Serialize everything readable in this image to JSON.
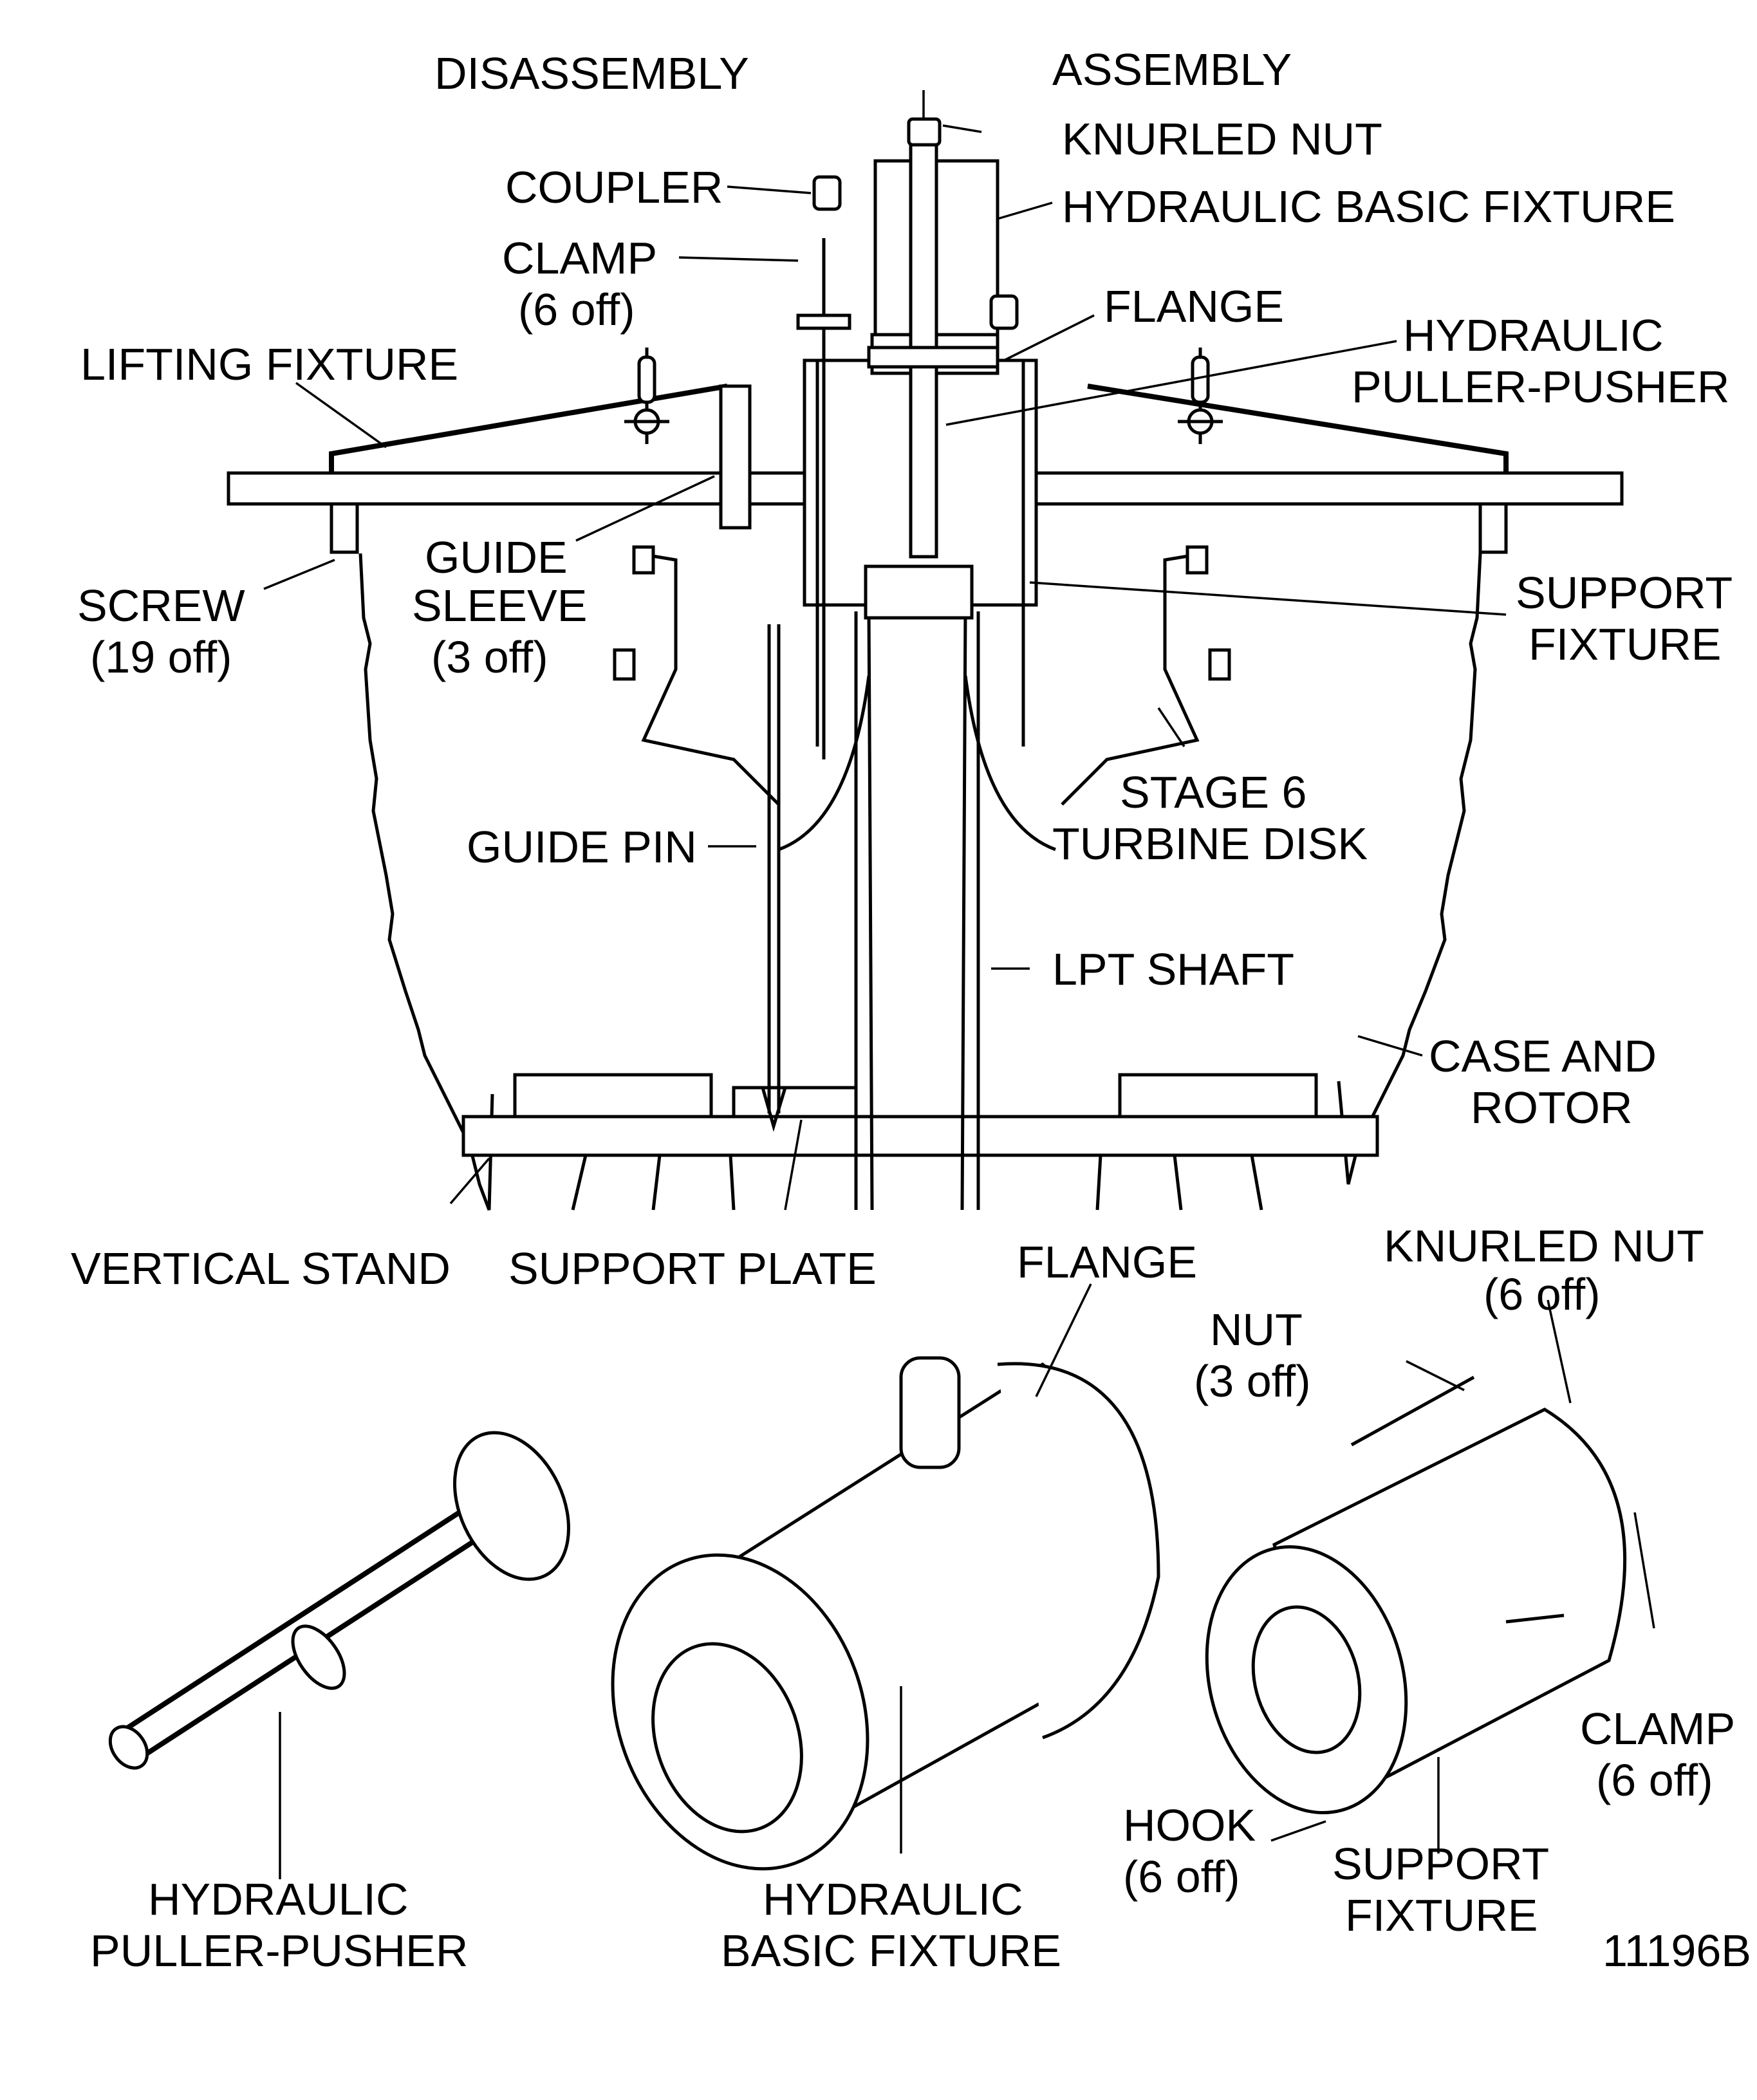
{
  "figure_id": "11196B",
  "headings": {
    "disassembly": "DISASSEMBLY",
    "assembly": "ASSEMBLY"
  },
  "sectional_view_labels": {
    "knurled_nut": "KNURLED NUT",
    "coupler": "COUPLER",
    "hydraulic_basic_fixture": "HYDRAULIC BASIC FIXTURE",
    "clamp": [
      "CLAMP",
      "(6 off)"
    ],
    "flange": "FLANGE",
    "hydraulic_puller_pusher": [
      "HYDRAULIC",
      "PULLER-PUSHER"
    ],
    "lifting_fixture": "LIFTING FIXTURE",
    "guide_sleeve": [
      "GUIDE",
      "SLEEVE",
      "(3 off)"
    ],
    "screw": [
      "SCREW",
      "(19 off)"
    ],
    "support_fixture": [
      "SUPPORT",
      "FIXTURE"
    ],
    "stage6_turbine_disk": [
      "STAGE 6",
      "TURBINE DISK"
    ],
    "guide_pin": "GUIDE PIN",
    "lpt_shaft": "LPT SHAFT",
    "case_and_rotor": [
      "CASE AND",
      "ROTOR"
    ],
    "vertical_stand": "VERTICAL STAND",
    "support_plate": "SUPPORT PLATE"
  },
  "exploded_view_labels": {
    "flange": "FLANGE",
    "knurled_nut": [
      "KNURLED NUT",
      "(6 off)"
    ],
    "nut": [
      "NUT",
      "(3 off)"
    ],
    "clamp": [
      "CLAMP",
      "(6 off)"
    ],
    "hook": [
      "HOOK",
      "(6 off)"
    ],
    "support_fixture": [
      "SUPPORT",
      "FIXTURE"
    ],
    "hydraulic_basic_fixture": [
      "HYDRAULIC",
      "BASIC FIXTURE"
    ],
    "hydraulic_puller_pusher": [
      "HYDRAULIC",
      "PULLER-PUSHER"
    ]
  }
}
